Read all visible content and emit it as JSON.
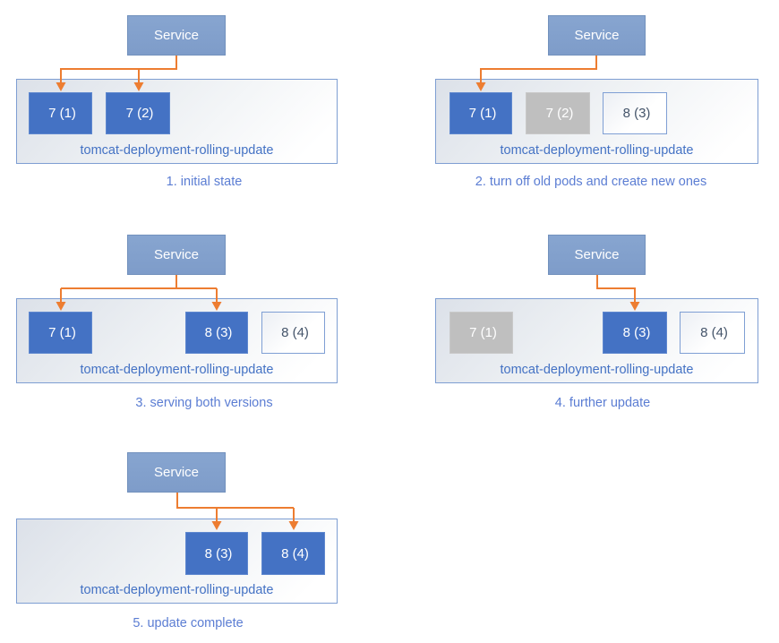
{
  "colors": {
    "pod_active_fill": "#4472C4",
    "pod_old_fill": "#BFBFBF",
    "pod_new_border": "#7F9FD4",
    "pod_new_text": "#44546A",
    "service_fill": "#84A3CE",
    "container_border": "#7E9ED2",
    "deployment_label_text": "#4472C4",
    "caption_text": "#5B7DD3",
    "connector": "#ED7D31"
  },
  "panels": [
    {
      "caption": "1. initial state",
      "service_label": "Service",
      "deployment_label": "tomcat-deployment-rolling-update",
      "pods": [
        {
          "label": "7 (1)",
          "state": "active"
        },
        {
          "label": "7 (2)",
          "state": "active"
        }
      ]
    },
    {
      "caption": "2. turn off old pods and create new ones",
      "service_label": "Service",
      "deployment_label": "tomcat-deployment-rolling-update",
      "pods": [
        {
          "label": "7 (1)",
          "state": "active"
        },
        {
          "label": "7 (2)",
          "state": "old"
        },
        {
          "label": "8 (3)",
          "state": "new"
        }
      ]
    },
    {
      "caption": "3. serving both versions",
      "service_label": "Service",
      "deployment_label": "tomcat-deployment-rolling-update",
      "pods": [
        {
          "label": "7 (1)",
          "state": "active"
        },
        {
          "label": "8 (3)",
          "state": "active"
        },
        {
          "label": "8 (4)",
          "state": "new"
        }
      ]
    },
    {
      "caption": "4. further update",
      "service_label": "Service",
      "deployment_label": "tomcat-deployment-rolling-update",
      "pods": [
        {
          "label": "7 (1)",
          "state": "old"
        },
        {
          "label": "8 (3)",
          "state": "active"
        },
        {
          "label": "8 (4)",
          "state": "new"
        }
      ]
    },
    {
      "caption": "5. update complete",
      "service_label": "Service",
      "deployment_label": "tomcat-deployment-rolling-update",
      "pods": [
        {
          "label": "8 (3)",
          "state": "active"
        },
        {
          "label": "8 (4)",
          "state": "active"
        }
      ]
    }
  ]
}
